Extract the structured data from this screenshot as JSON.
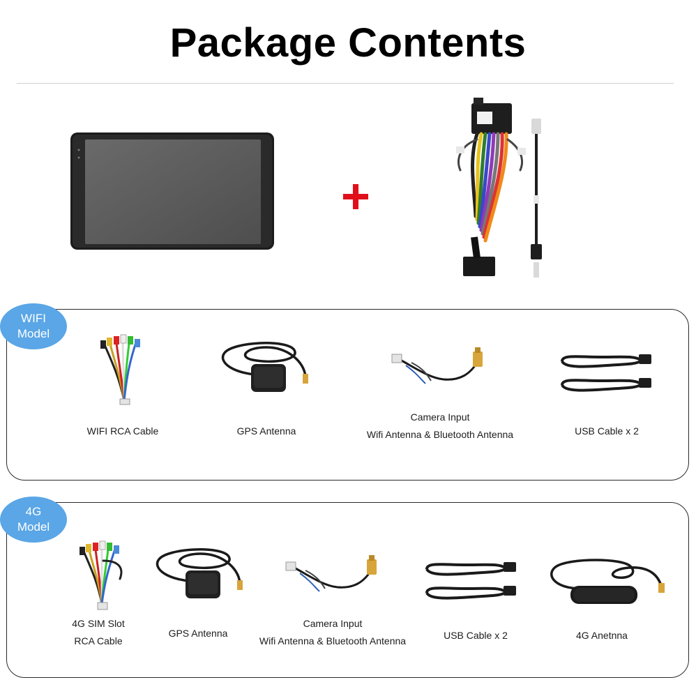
{
  "header": {
    "title": "Package Contents"
  },
  "wifi": {
    "badge": {
      "line1": "WIFI",
      "line2": "Model"
    },
    "items": [
      {
        "lines": [
          "WIFI RCA Cable"
        ]
      },
      {
        "lines": [
          "GPS Antenna"
        ]
      },
      {
        "lines": [
          "Camera Input",
          "Wifi Antenna & Bluetooth Antenna"
        ]
      },
      {
        "lines": [
          "USB Cable x 2"
        ]
      }
    ]
  },
  "g4": {
    "badge": {
      "line1": "4G",
      "line2": "Model"
    },
    "items": [
      {
        "lines": [
          "4G SIM Slot",
          "RCA Cable"
        ]
      },
      {
        "lines": [
          "GPS Antenna"
        ]
      },
      {
        "lines": [
          "Camera Input",
          "Wifi Antenna & Bluetooth Antenna"
        ]
      },
      {
        "lines": [
          "USB Cable x 2"
        ]
      },
      {
        "lines": [
          "4G Anetnna"
        ]
      }
    ]
  },
  "colors": {
    "badge": "#5aa6e6",
    "plus": "#e00f1a",
    "border": "#2a2a2a",
    "cable": "#1a1a1a",
    "gold": "#d8a53a"
  },
  "icons": {
    "head_unit": "head-unit-image",
    "harness": "wiring-harness-image",
    "rca": "rca-cable-image",
    "gps": "gps-antenna-image",
    "camera": "camera-input-cable-image",
    "usb": "usb-cable-image",
    "antenna4g": "4g-antenna-image"
  }
}
